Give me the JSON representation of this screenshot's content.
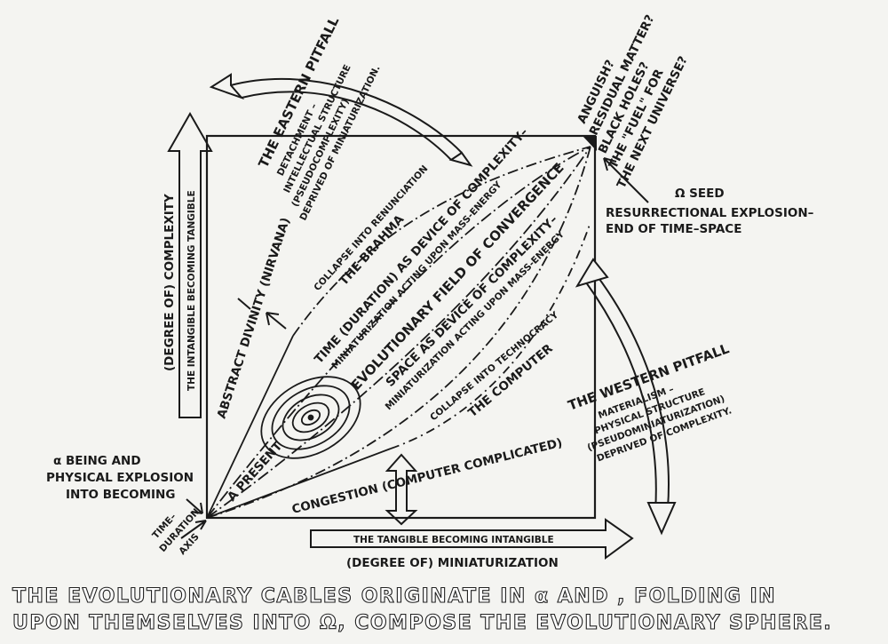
{
  "labels": {
    "eastern_title": "THE EASTERN PITFALL",
    "eastern_1": "DETACHMENT –",
    "eastern_2": "INTELLECTUAL STRUCTURE",
    "eastern_3": "(PSEUDOCOMPLEXITY)",
    "eastern_4": "DEPRIVED OF MINIATURIZATION.",
    "omega_top_1": "ANGUISH?",
    "omega_top_2": "RESIDUAL MATTER?",
    "omega_top_3": "BLACK HOLES?",
    "omega_top_4": "THE \"FUEL\" FOR",
    "omega_top_5": "THE NEXT UNIVERSE?",
    "omega_seed_1": "Ω SEED",
    "omega_seed_2": "RESURRECTIONAL EXPLOSION–",
    "omega_seed_3": "END OF TIME–SPACE",
    "complexity_axis": "(DEGREE OF) COMPLEXITY",
    "complexity_sub": "THE INTANGIBLE BECOMING TANGIBLE",
    "abstract_divinity": "ABSTRACT DIVINITY (NIRVANA)",
    "collapse_renunciation": "COLLAPSE INTO RENUNCIATION",
    "the_brahma": "THE BRAHMA",
    "time_duration_1": "TIME (DURATION) AS DEVICE OF COMPLEXITY–",
    "time_duration_2": "MINIATURIZATION ACTING UPON MASS-ENERGY",
    "evolutionary_field": "EVOLUTIONARY FIELD OF CONVERGENCE",
    "space_device_1": "SPACE AS DEVICE OF COMPLEXITY–",
    "space_device_2": "MINIATURIZATION ACTING UPON MASS-ENERGY",
    "collapse_technocracy": "COLLAPSE INTO TECHNOCRACY",
    "the_computer": "THE COMPUTER",
    "a_present": "A PRESENT",
    "congestion": "CONGESTION (COMPUTER COMPLICATED)",
    "western_title": "THE WESTERN PITFALL",
    "western_1": "MATERIALISM –",
    "western_2": "PHYSICAL STRUCTURE",
    "western_3": "(PSEUDOMINIATURIZATION)",
    "western_4": "DEPRIVED OF COMPLEXITY.",
    "alpha_1": "α BEING AND",
    "alpha_2": "PHYSICAL EXPLOSION",
    "alpha_3": "INTO BECOMING",
    "time_axis_1": "TIME–",
    "time_axis_2": "DURATION",
    "time_axis_3": "AXIS",
    "tangible_axis": "THE TANGIBLE BECOMING INTANGIBLE",
    "miniaturization": "(DEGREE OF) MINIATURIZATION",
    "caption_1": "THE EVOLUTIONARY CABLES ORIGINATE IN α  AND , FOLDING IN",
    "caption_2": "UPON THEMSELVES INTO Ω, COMPOSE THE EVOLUTIONARY SPHERE."
  },
  "colors": {
    "ink": "#1a1a1a",
    "paper": "#f4f4f1"
  }
}
